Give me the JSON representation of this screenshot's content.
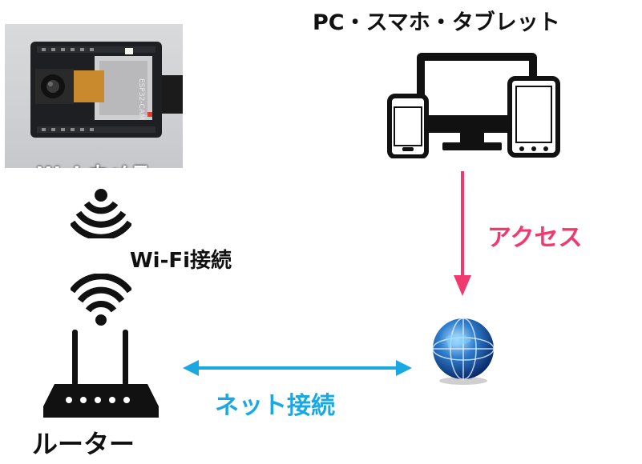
{
  "camera": {
    "label": "Webカメラ",
    "board_text": "ESP32-CAM"
  },
  "devices": {
    "title": "PC・スマホ・タブレット",
    "icons": [
      "pc-monitor-icon",
      "smartphone-icon",
      "tablet-icon"
    ]
  },
  "wifi": {
    "label": "Wi-Fi接続",
    "icons": [
      "wifi-signal-down-icon",
      "wifi-signal-up-icon"
    ]
  },
  "router": {
    "label": "ルーター",
    "icon": "router-icon"
  },
  "internet": {
    "icon": "globe-icon"
  },
  "access": {
    "label": "アクセス",
    "color": "#f0396e"
  },
  "network": {
    "label": "ネット接続",
    "color": "#1aa8e2"
  }
}
